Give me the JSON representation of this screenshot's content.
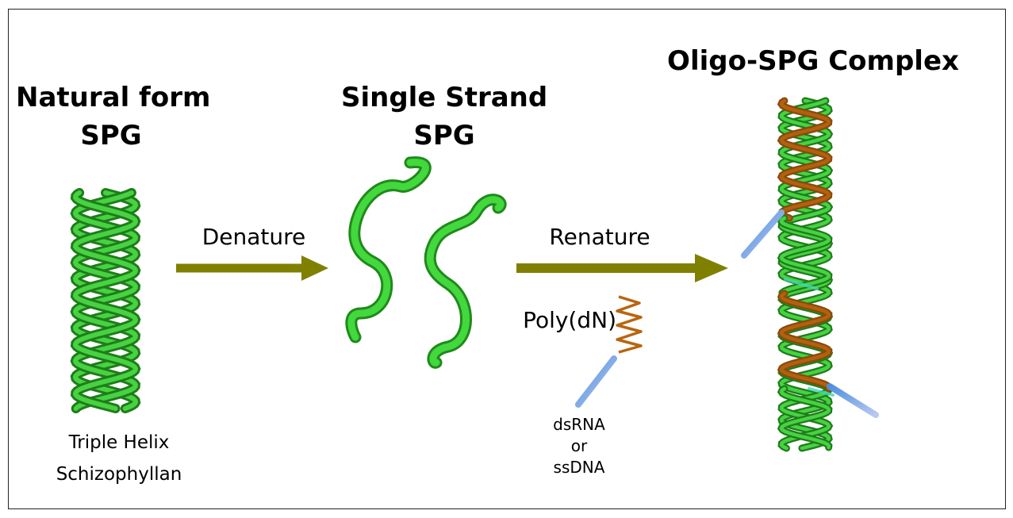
{
  "natural": {
    "title_line1": "Natural form",
    "title_line2": "SPG",
    "caption_line1": "Triple Helix",
    "caption_line2": "Schizophyllan"
  },
  "single": {
    "title_line1": "Single Strand",
    "title_line2": "SPG"
  },
  "complex": {
    "title": "Oligo-SPG Complex"
  },
  "arrows": {
    "denature": "Denature",
    "renature": "Renature"
  },
  "oligo": {
    "poly_label": "Poly(dN)",
    "nucleic_line1": "dsRNA",
    "nucleic_line2": "or",
    "nucleic_line3": "ssDNA"
  },
  "colors": {
    "spg_green": "#2fbf2a",
    "spg_green_dark": "#1e7d1a",
    "arrow_olive": "#808000",
    "polyn_orange": "#b8650f",
    "nucleic_blue": "#7fa8e8"
  }
}
